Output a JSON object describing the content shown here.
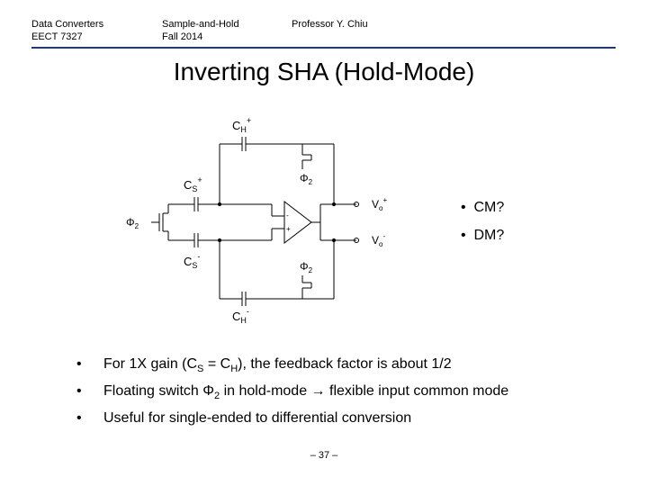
{
  "header": {
    "course": "Data Converters",
    "course_code": "EECT 7327",
    "topic": "Sample-and-Hold",
    "term": "Fall 2014",
    "instructor": "Professor Y. Chiu"
  },
  "title": "Inverting SHA (Hold-Mode)",
  "schematic": {
    "labels": {
      "ch_plus_main": "C",
      "ch_plus_sub": "H",
      "ch_plus_sup": "+",
      "ch_minus_main": "C",
      "ch_minus_sub": "H",
      "ch_minus_sup": "-",
      "cs_plus_main": "C",
      "cs_plus_sub": "S",
      "cs_plus_sup": "+",
      "cs_minus_main": "C",
      "cs_minus_sub": "S",
      "cs_minus_sup": "-",
      "phi2_top_main": "Φ",
      "phi2_top_sub": "2",
      "phi2_bottom_main": "Φ",
      "phi2_bottom_sub": "2",
      "phi2_left_main": "Φ",
      "phi2_left_sub": "2",
      "vo_plus_main": "V",
      "vo_plus_sub": "o",
      "vo_plus_sup": "+",
      "vo_minus_main": "V",
      "vo_minus_sub": "o",
      "vo_minus_sup": "-",
      "opamp_in_neg": "-",
      "opamp_in_pos": "+"
    }
  },
  "side_bullets": [
    "CM?",
    "DM?"
  ],
  "bullets": [
    {
      "pre": "For 1X gain (C",
      "sub1": "S",
      "mid": " = C",
      "sub2": "H",
      "post": "), the feedback factor is about 1/2"
    },
    {
      "pre": "Floating switch Φ",
      "sub1": "2",
      "post": " in hold-mode → flexible input common mode"
    },
    {
      "pre": "Useful for single-ended to differential conversion"
    }
  ],
  "bullet_symbol": "•",
  "page_number": "– 37 –"
}
